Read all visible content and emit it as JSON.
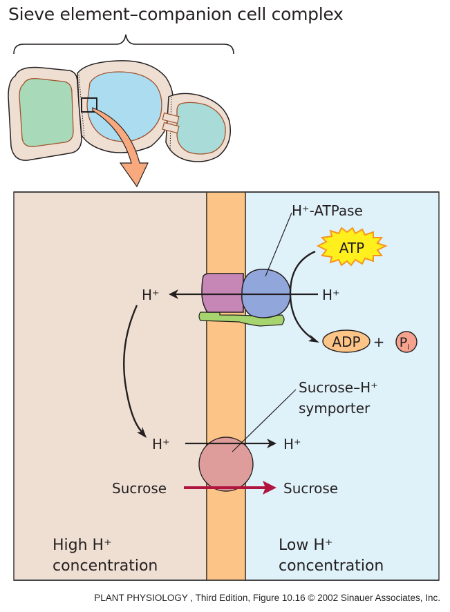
{
  "title": "Sieve element–companion cell complex",
  "colors": {
    "high_side": "#efdfd3",
    "low_side": "#dff1f9",
    "membrane": "#fcc587",
    "sieve_element": "#abdcf0",
    "companion_cell": "#a9dcd8",
    "left_cell": "#a8d9b8",
    "cell_wall": "#efdfd3",
    "atpase_pink": "#c686b6",
    "atpase_blue": "#91a7db",
    "atpase_anchor": "#a6d56f",
    "symporter": "#de9d9a",
    "sucrose_arrow": "#b0143f",
    "atp_burst": "#ffef1c",
    "atp_burst_outline": "#f7941d",
    "adp_fill": "#fcc587",
    "pi_fill": "#f5a38f",
    "zoom_arrow": "#f8a97d"
  },
  "labels": {
    "h_atpase": "H⁺-ATPase",
    "atp": "ATP",
    "adp": "ADP",
    "plus": "+",
    "pi_main": "P",
    "pi_sub": "i",
    "h_plus": "H⁺",
    "symporter_line1": "Sucrose–H⁺",
    "symporter_line2": "symporter",
    "sucrose": "Sucrose",
    "high_line1": "High H⁺",
    "high_line2": "concentration",
    "low_line1": "Low H⁺",
    "low_line2": "concentration"
  },
  "credit": "PLANT PHYSIOLOGY , Third Edition, Figure 10.16  © 2002 Sinauer Associates, Inc."
}
